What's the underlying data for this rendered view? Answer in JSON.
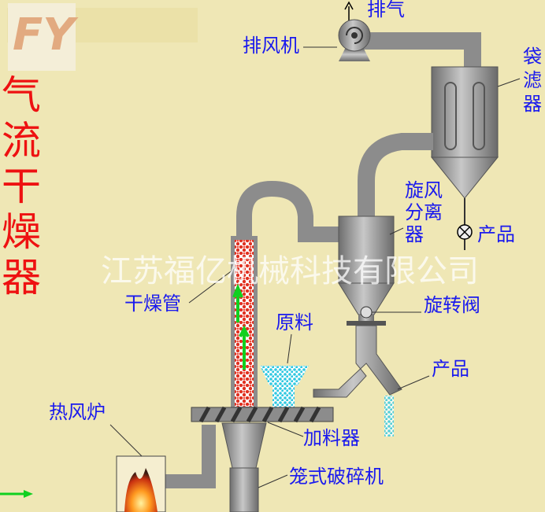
{
  "title": "气流干燥器",
  "title_chars": [
    "气",
    "流",
    "干",
    "燥",
    "器"
  ],
  "logo": "FY",
  "watermark": "江苏福亿机械科技有限公司",
  "labels": {
    "exhaust": "排气",
    "fan": "排风机",
    "bag_filter": [
      "袋",
      "滤",
      "器"
    ],
    "cyclone": [
      "旋风",
      "分离",
      "器"
    ],
    "product_top": "产品",
    "drying_tube": "干燥管",
    "rotary_valve": "旋转阀",
    "raw_material": "原料",
    "product_bottom": "产品",
    "hot_air_furnace": "热风炉",
    "feeder": "加料器",
    "cage_mill": "笼式破碎机"
  },
  "colors": {
    "background": "#efe7b5",
    "label": "#1a1aee",
    "title": "#ee1111",
    "metal": "#8a8a8a"
  }
}
